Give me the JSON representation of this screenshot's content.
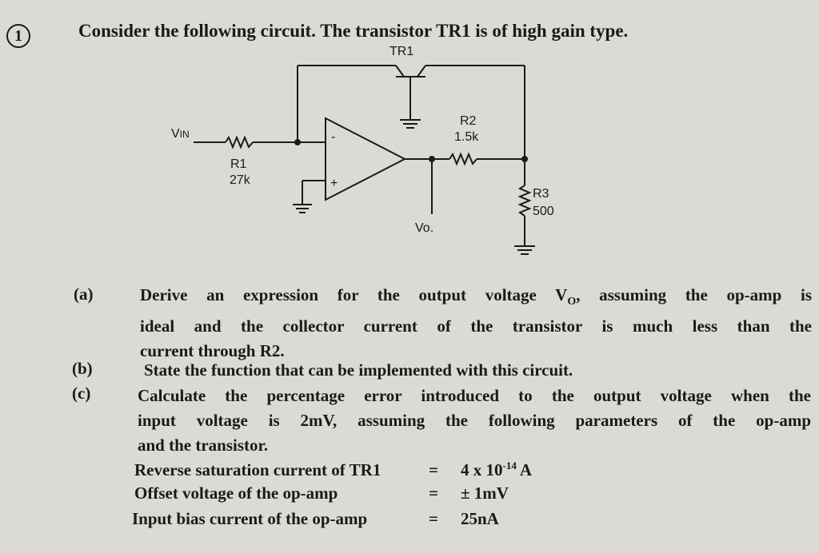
{
  "question": {
    "number": "1",
    "title": "Consider the following circuit. The transistor TR1 is of high gain type."
  },
  "circuit": {
    "transistor": "TR1",
    "vin": "V",
    "vin_sub": "IN",
    "r1_name": "R1",
    "r1_value": "27k",
    "r2_name": "R2",
    "r2_value": "1.5k",
    "r3_name": "R3",
    "r3_value": "500",
    "vo": "Vo.",
    "minus_sign": "-",
    "plus_sign": "+"
  },
  "parts": {
    "a": {
      "label": "(a)",
      "line1": "Derive an expression for the output voltage V",
      "line1_sub": "O",
      "line1_end": ", assuming the op-amp is",
      "line2": "ideal and the collector current of the transistor is much less than the",
      "line3": "current through R2."
    },
    "b": {
      "label": "(b)",
      "text": "State the function that can be implemented with this circuit."
    },
    "c": {
      "label": "(c)",
      "line1": "Calculate the percentage error introduced to the output voltage when the",
      "line2": "input voltage is 2mV, assuming the following parameters of the op-amp",
      "line3": "and the transistor."
    }
  },
  "parameters": [
    {
      "name": "Reverse saturation current of TR1",
      "eq": "=",
      "value": "4 x 10",
      "sup": "-14",
      "unit": " A"
    },
    {
      "name": "Offset voltage of the op-amp",
      "eq": "=",
      "value": "± 1mV",
      "sup": "",
      "unit": ""
    },
    {
      "name": "Input bias current of the op-amp",
      "eq": "=",
      "value": "25nA",
      "sup": "",
      "unit": ""
    }
  ]
}
